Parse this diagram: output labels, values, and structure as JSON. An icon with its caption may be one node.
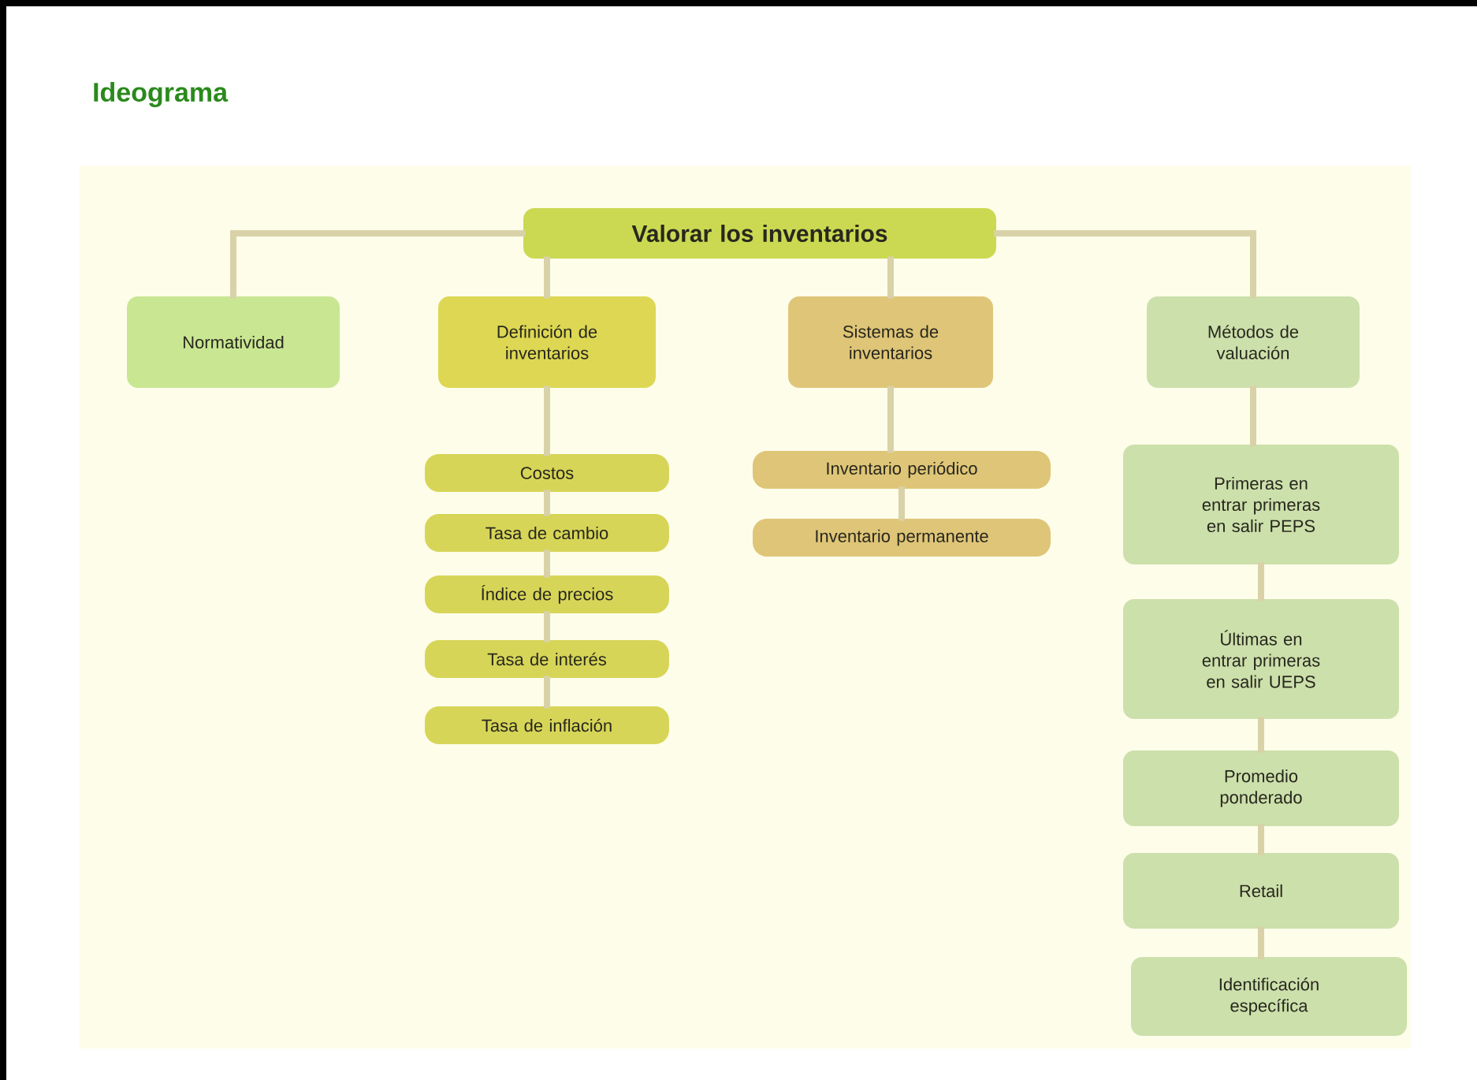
{
  "diagram": {
    "title": "Ideograma",
    "nodes": [
      {
        "text": [
          "Valorar los inventarios"
        ]
      },
      {
        "text": [
          "Normatividad"
        ]
      },
      {
        "text": [
          "Definición de inventarios"
        ]
      },
      {
        "text": [
          "Sistemas de inventarios"
        ]
      },
      {
        "text": [
          "Métodos de valuación"
        ]
      },
      {
        "text": [
          "Costos"
        ]
      },
      {
        "text": [
          "Tasa de cambio"
        ]
      },
      {
        "text": [
          "Índice de precios"
        ]
      },
      {
        "text": [
          "Tasa de interés"
        ]
      },
      {
        "text": [
          "Tasa de inflación"
        ]
      },
      {
        "text": [
          "Inventario periódico"
        ]
      },
      {
        "text": [
          "Inventario permanente"
        ]
      },
      {
        "text": [
          "Primeras en entrar primeras en salir PEPS"
        ]
      },
      {
        "text": [
          "Últimas en entrar primeras en salir UEPS"
        ]
      },
      {
        "text": [
          "Promedio ponderado"
        ]
      },
      {
        "text": [
          "Retail"
        ]
      },
      {
        "text": [
          "Identificación específica"
        ]
      }
    ],
    "edges": [
      {
        "from": 0,
        "to": 1,
        "arrow": "none"
      },
      {
        "from": 0,
        "to": 2,
        "arrow": "none"
      },
      {
        "from": 0,
        "to": 3,
        "arrow": "none"
      },
      {
        "from": 0,
        "to": 4,
        "arrow": "none"
      },
      {
        "from": 2,
        "to": 5,
        "arrow": "none"
      },
      {
        "from": 5,
        "to": 6,
        "arrow": "none"
      },
      {
        "from": 6,
        "to": 7,
        "arrow": "none"
      },
      {
        "from": 7,
        "to": 8,
        "arrow": "none"
      },
      {
        "from": 8,
        "to": 9,
        "arrow": "none"
      },
      {
        "from": 3,
        "to": 10,
        "arrow": "none"
      },
      {
        "from": 10,
        "to": 11,
        "arrow": "none"
      },
      {
        "from": 4,
        "to": 12,
        "arrow": "none"
      },
      {
        "from": 12,
        "to": 13,
        "arrow": "none"
      },
      {
        "from": 13,
        "to": 14,
        "arrow": "none"
      },
      {
        "from": 14,
        "to": 15,
        "arrow": "none"
      },
      {
        "from": 15,
        "to": 16,
        "arrow": "none"
      }
    ]
  }
}
